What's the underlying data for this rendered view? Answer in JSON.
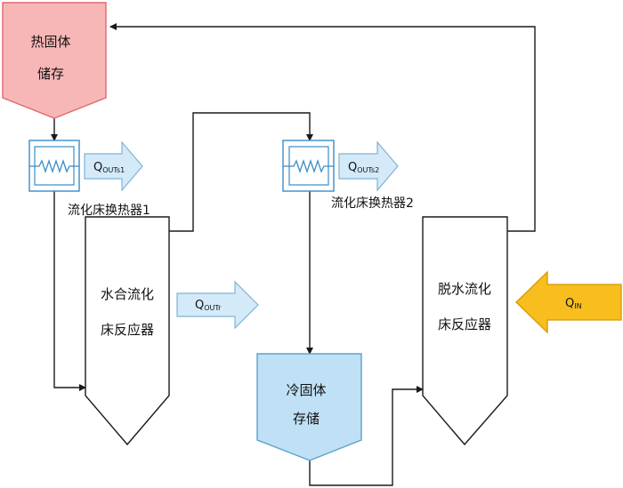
{
  "hot_storage": {
    "line1": "热固体",
    "line2": "储存",
    "fill": "#F8B7B7",
    "stroke": "#E26A6A"
  },
  "cold_storage": {
    "line1": "冷固体",
    "line2": "存储",
    "fill": "#BFE0F5",
    "stroke": "#5BA3D0"
  },
  "hydration_reactor": {
    "line1": "水合流化",
    "line2": "床反应器"
  },
  "dehydration_reactor": {
    "line1": "脱水流化",
    "line2": "床反应器"
  },
  "heat_exchanger_1": {
    "label": "流化床换热器1"
  },
  "heat_exchanger_2": {
    "label": "流化床换热器2"
  },
  "q_out_s1": {
    "main": "Q",
    "sub": "OUTs1"
  },
  "q_out_s2": {
    "main": "Q",
    "sub": "OUTs2"
  },
  "q_out_r": {
    "main": "Q",
    "sub": "OUTr"
  },
  "q_in": {
    "main": "Q",
    "sub": "IN"
  },
  "colors": {
    "out_arrow_fill": "#D5EAF8",
    "out_arrow_stroke": "#7FB3D8",
    "in_arrow_fill": "#F7BE1E",
    "in_arrow_stroke": "#D49A00",
    "hx_fill": "#FFFFFF",
    "hx_stroke": "#3A8CC8",
    "line": "#1A1A1A"
  }
}
